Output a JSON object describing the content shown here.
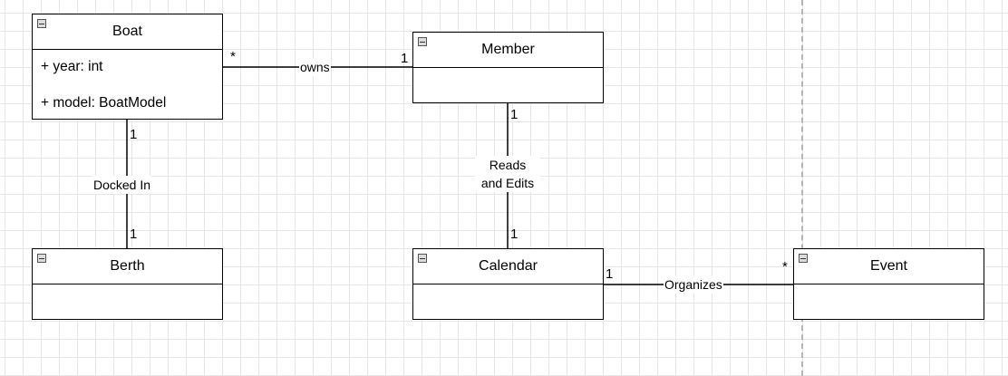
{
  "classes": {
    "boat": {
      "name": "Boat",
      "attributes": [
        "+ year: int",
        "+ model: BoatModel"
      ]
    },
    "member": {
      "name": "Member"
    },
    "berth": {
      "name": "Berth"
    },
    "calendar": {
      "name": "Calendar"
    },
    "event": {
      "name": "Event"
    }
  },
  "associations": {
    "owns": {
      "label": "owns",
      "source_mult": "*",
      "target_mult": "1"
    },
    "docked_in": {
      "label": "Docked In",
      "source_mult": "1",
      "target_mult": "1"
    },
    "reads_and_edits": {
      "label_line1": "Reads",
      "label_line2": "and Edits",
      "source_mult": "1",
      "target_mult": "1"
    },
    "organizes": {
      "label": "Organizes",
      "source_mult": "1",
      "target_mult": "*"
    }
  },
  "colors": {
    "grid_minor": "#e6e6e6",
    "grid_major": "#d0d0d0",
    "line": "#000000",
    "page_break": "#b5b5b5"
  },
  "icons": [
    "collapse-toggle-icon"
  ]
}
